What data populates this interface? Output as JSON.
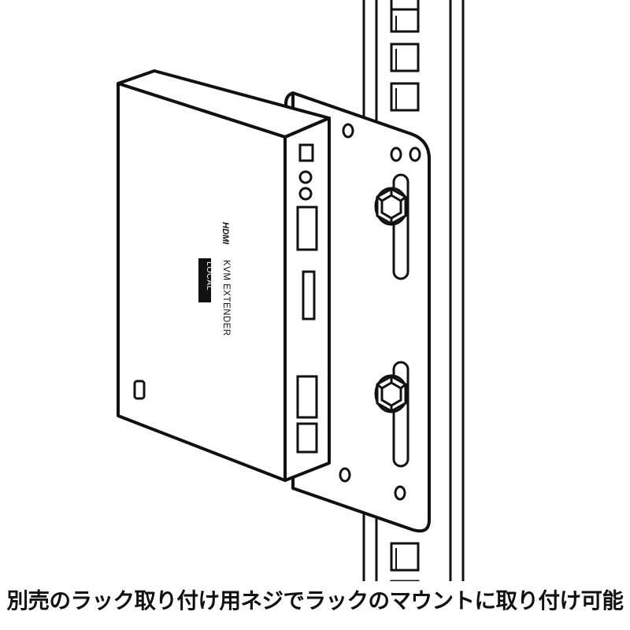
{
  "device": {
    "logo": "HDMI",
    "product_name": "KVM EXTENDER",
    "variant_badge": "LOCAL"
  },
  "caption": "別売のラック取り付け用ネジでラックのマウントに取り付け可能",
  "colors": {
    "line": "#111111",
    "background": "#ffffff",
    "badge_fill": "#111111",
    "badge_text": "#ffffff"
  }
}
